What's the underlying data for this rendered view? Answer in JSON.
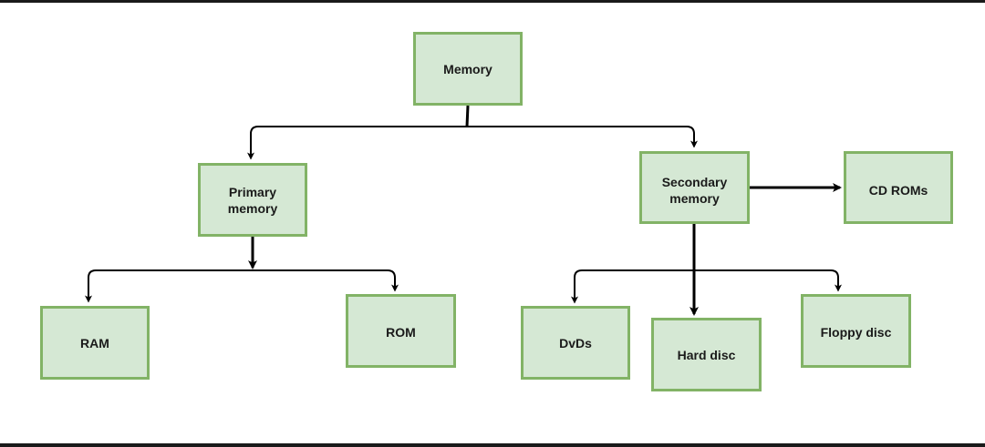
{
  "diagram": {
    "nodes": {
      "memory": "Memory",
      "primary_memory": "Primary\nmemory",
      "secondary_memory": "Secondary\nmemory",
      "cd_roms": "CD ROMs",
      "ram": "RAM",
      "rom": "ROM",
      "dvds": "DvDs",
      "hard_disc": "Hard disc",
      "floppy_disc": "Floppy disc"
    },
    "edges": [
      {
        "from": "memory",
        "to": "primary_memory"
      },
      {
        "from": "memory",
        "to": "secondary_memory"
      },
      {
        "from": "primary_memory",
        "to": "ram"
      },
      {
        "from": "primary_memory",
        "to": "rom"
      },
      {
        "from": "secondary_memory",
        "to": "cd_roms"
      },
      {
        "from": "secondary_memory",
        "to": "dvds"
      },
      {
        "from": "secondary_memory",
        "to": "hard_disc"
      },
      {
        "from": "secondary_memory",
        "to": "floppy_disc"
      }
    ],
    "colors": {
      "node_fill": "#d5e8d4",
      "node_border": "#82b366",
      "line": "#000000"
    }
  }
}
